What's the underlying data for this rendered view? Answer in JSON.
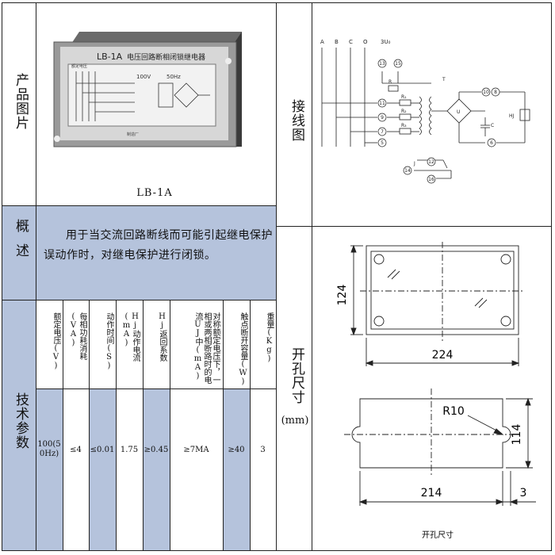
{
  "product_section": {
    "label": "产品图片",
    "caption": "LB-1A"
  },
  "device_photo": {
    "model": "LB-1A",
    "title": "电压回路断相闭锁继电器",
    "rating_voltage": "100V",
    "rating_freq": "50Hz",
    "sub_label": "额定电压",
    "bottom_text": "制造厂"
  },
  "wiring_section": {
    "label": "接线图",
    "phases": [
      "A",
      "B",
      "C",
      "O"
    ],
    "u0": "3U₀",
    "terminals": [
      "13",
      "15",
      "11",
      "9",
      "7",
      "5",
      "10",
      "8",
      "6",
      "12",
      "14",
      "16"
    ],
    "components": [
      "R",
      "R₁",
      "R₂",
      "R₃",
      "T",
      "U",
      "C",
      "HJ",
      "J"
    ]
  },
  "overview_section": {
    "label": "概述",
    "text": "用于当交流回路断线而可能引起继电保护误动作时，对继电保护进行闭锁。"
  },
  "tech_section": {
    "label": "技术参数",
    "headers": [
      "额定电压(V)",
      "每相功耗消耗(VA)",
      "动作时间(S)",
      "Hj动作电流(mA)",
      "Hj返回系数",
      "对称额定电压下，一相或两相断路时的电流UJ中(mA)",
      "触点断开容量(W)",
      "重量(Kg)"
    ],
    "values": [
      "100(50Hz)",
      "≤4",
      "≤0.01",
      "1.75",
      "≥0.45",
      "≥7MA",
      "≥40",
      "3"
    ]
  },
  "cutout_section": {
    "label": "开孔尺寸",
    "unit": "(mm)",
    "top_dims": {
      "height": "124",
      "width": "224"
    },
    "bottom_dims": {
      "radius": "R10",
      "height": "114",
      "width": "214",
      "gap": "3"
    },
    "caption": "开孔尺寸"
  }
}
